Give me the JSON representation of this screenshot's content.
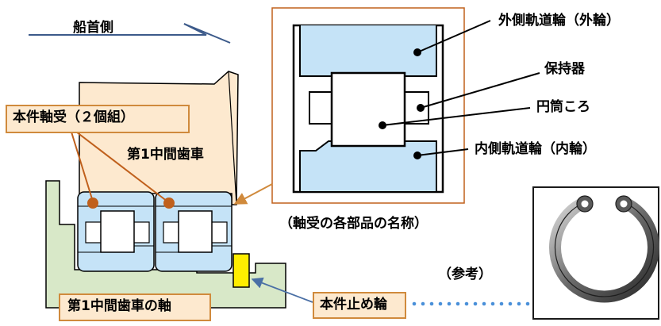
{
  "labels": {
    "bow_side": "船首側",
    "bearing_pair": "本件軸受（２個組）",
    "first_gear": "第1中間歯車",
    "first_gear_shaft": "第1中間歯車の軸",
    "stop_ring": "本件止め輪",
    "outer_ring": "外側軌道輪（外輪）",
    "cage": "保持器",
    "roller": "円筒ころ",
    "inner_ring": "内側軌道輪（内輪）",
    "parts_caption": "（軸受の各部品の名称）",
    "reference": "（参考）"
  },
  "colors": {
    "bearing_fill": "#c5e3f7",
    "gear_fill": "#fde9cf",
    "shaft_fill": "#d8e8c8",
    "stop_ring_fill": "#ffee00",
    "label_box_fill": "#fde9cf",
    "label_box_border": "#d08a3c",
    "callout_line": "#8a5a2b",
    "arrow_blue": "#4a6fa5",
    "dot_orange": "#c0601c"
  },
  "icons": {
    "snap_ring_photo": "snap-ring-icon"
  }
}
